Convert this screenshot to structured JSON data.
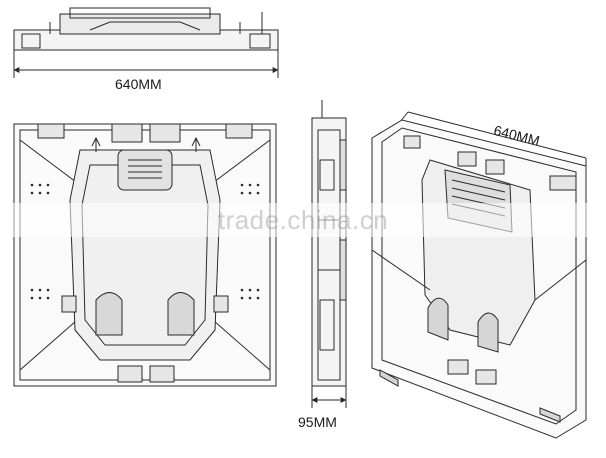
{
  "dimensions": {
    "top_width": "640MM",
    "iso_width": "640MM",
    "depth": "95MM"
  },
  "watermark": {
    "text": "trade.china.cn"
  },
  "colors": {
    "line": "#2a2a2a",
    "fill": "#f2f2f2",
    "shade": "#bdbdbd"
  }
}
